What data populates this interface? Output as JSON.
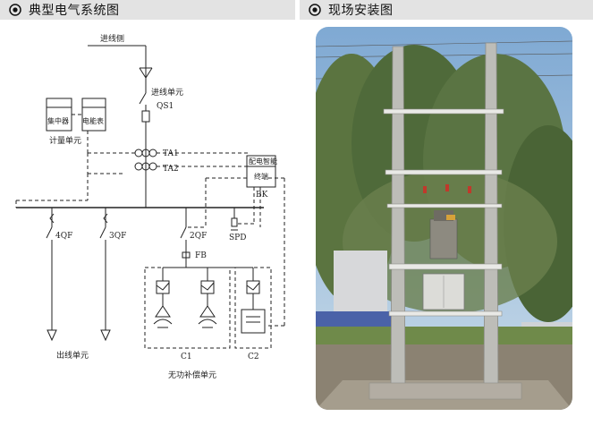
{
  "header_left": {
    "title": "典型电气系统图",
    "icon": "double-circle-bullet-icon"
  },
  "header_right": {
    "title": "现场安装图",
    "icon": "double-circle-bullet-icon"
  },
  "diagram": {
    "incoming_line": "进线侧",
    "incoming_unit": "进线单元",
    "qs1": "QS1",
    "concentrator": "集中器",
    "energy_meter": "电能表",
    "metering_unit": "计量单元",
    "ta1": "TA1",
    "ta2": "TA2",
    "dist_terminal_line1": "配电智能",
    "dist_terminal_line2": "终端",
    "bk": "BK",
    "qf4": "4QF",
    "qf3": "3QF",
    "qf2": "2QF",
    "spd": "SPD",
    "fb": "FB",
    "outgoing_unit": "出线单元",
    "c1": "C1",
    "c2": "C2",
    "reactive_comp_unit": "无功补偿单元"
  },
  "photo": {
    "description_icon": "pole-mounted-transformer-photo"
  },
  "colors": {
    "header_bg": "#e3e3e3",
    "sky": "#8fb4d6",
    "tree": "#4f6a3a",
    "pole": "#b9b9b4",
    "ground": "#8b8272"
  }
}
